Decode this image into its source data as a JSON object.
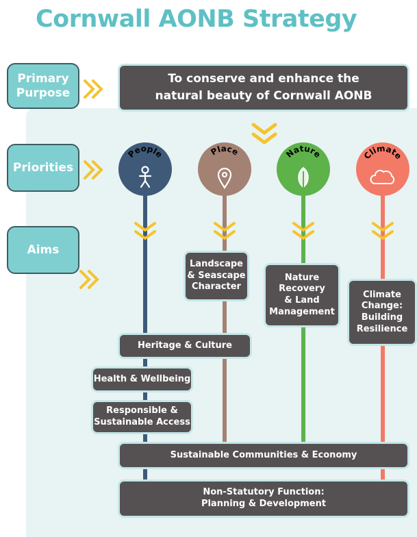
{
  "title": "Cornwall AONB Strategy",
  "labels": {
    "primary_purpose": "Primary Purpose",
    "priorities": "Priorities",
    "aims": "Aims"
  },
  "purpose": {
    "line1": "To conserve and enhance the",
    "line2": "natural beauty of Cornwall AONB"
  },
  "priorities": [
    {
      "label": "People",
      "color": "#3f5a78",
      "icon": "person-icon"
    },
    {
      "label": "Place",
      "color": "#a38273",
      "icon": "location-pin-icon"
    },
    {
      "label": "Nature",
      "color": "#5db24a",
      "icon": "leaf-icon"
    },
    {
      "label": "Climate",
      "color": "#f27a67",
      "icon": "cloud-icon"
    }
  ],
  "aims": {
    "landscape": [
      "Landscape",
      "& Seascape",
      "Character"
    ],
    "nature_recovery": [
      "Nature",
      "Recovery",
      "& Land",
      "Management"
    ],
    "climate_change": [
      "Climate",
      "Change:",
      "Building",
      "Resilience"
    ],
    "heritage": "Heritage & Culture",
    "health": "Health & Wellbeing",
    "access": [
      "Responsible &",
      "Sustainable Access"
    ],
    "communities": "Sustainable Communities & Economy",
    "non_statutory": [
      "Non-Statutory Function:",
      "Planning & Development"
    ]
  },
  "colors": {
    "title": "#5ec0c4",
    "label_box": "#7fcfd0",
    "dark_box": "#555152",
    "arrow": "#f5c42c",
    "panel": "#e8f3f4"
  }
}
